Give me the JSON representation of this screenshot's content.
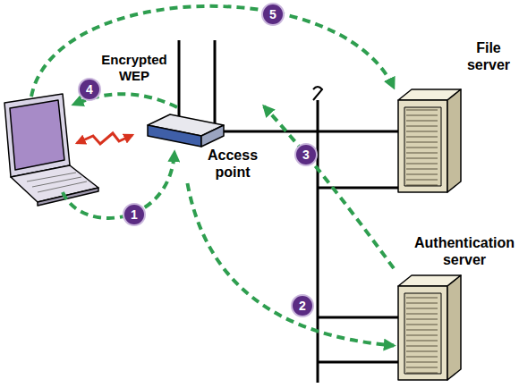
{
  "diagram": {
    "nodes": [
      {
        "text": [
          "Access point"
        ]
      },
      {
        "text": [
          "File server"
        ]
      },
      {
        "text": [
          "Authentication server"
        ]
      }
    ],
    "edges": [
      {
        "from": 0,
        "to": 2,
        "arrow": "to"
      },
      {
        "from": 2,
        "to": 0,
        "arrow": "to"
      }
    ],
    "labels": [
      "Encrypted WEP",
      "1",
      "2",
      "3",
      "4",
      "5"
    ]
  }
}
